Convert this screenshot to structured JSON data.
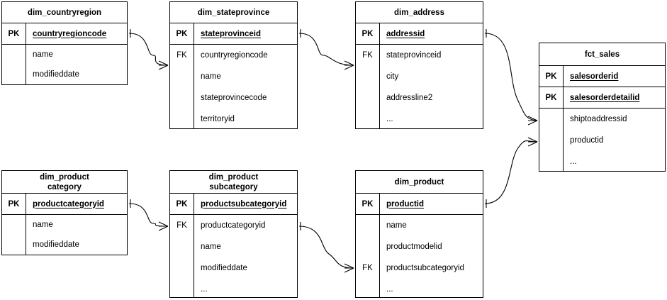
{
  "diagram": {
    "type": "entity-relationship-diagram",
    "notation": "crow's foot",
    "background": "#ffffff",
    "line_color": "#000000"
  },
  "entities": [
    {
      "id": "dim_countryregion",
      "title": "dim_countryregion",
      "keys": [
        {
          "label": "PK",
          "name": "countryregioncode"
        }
      ],
      "fk_label": "",
      "fields": [
        "name",
        "modifieddate"
      ]
    },
    {
      "id": "dim_stateprovince",
      "title": "dim_stateprovince",
      "keys": [
        {
          "label": "PK",
          "name": "stateprovinceid"
        }
      ],
      "fk_label": "FK",
      "fields": [
        "countryregioncode",
        "name",
        "stateprovincecode",
        "territoryid"
      ]
    },
    {
      "id": "dim_address",
      "title": "dim_address",
      "keys": [
        {
          "label": "PK",
          "name": "addressid"
        }
      ],
      "fk_label": "FK",
      "fields": [
        "stateprovinceid",
        "city",
        "addressline2",
        "..."
      ]
    },
    {
      "id": "fct_sales",
      "title": "fct_sales",
      "keys": [
        {
          "label": "PK",
          "name": "salesorderid"
        },
        {
          "label": "PK",
          "name": "salesorderdetailid"
        }
      ],
      "fk_label": "",
      "fields": [
        "shiptoaddressid",
        "productid",
        "..."
      ]
    },
    {
      "id": "dim_productcategory",
      "title": "dim_product\ncategory",
      "keys": [
        {
          "label": "PK",
          "name": "productcategoryid"
        }
      ],
      "fk_label": "",
      "fields": [
        "name",
        "modifieddate"
      ]
    },
    {
      "id": "dim_productsubcategory",
      "title": "dim_product\nsubcategory",
      "keys": [
        {
          "label": "PK",
          "name": "productsubcategoryid"
        }
      ],
      "fk_label": "FK",
      "fields": [
        "productcategoryid",
        "name",
        "modifieddate",
        "..."
      ]
    },
    {
      "id": "dim_product",
      "title": "dim_product",
      "keys": [
        {
          "label": "PK",
          "name": "productid"
        }
      ],
      "fk_label": "FK",
      "fields": [
        "name",
        "productmodelid",
        "productsubcategoryid",
        "..."
      ]
    }
  ],
  "relationships": [
    {
      "from": "dim_countryregion.countryregioncode",
      "to": "dim_stateprovince.countryregioncode",
      "cardinality": "one-to-many"
    },
    {
      "from": "dim_stateprovince.stateprovinceid",
      "to": "dim_address.stateprovinceid",
      "cardinality": "one-to-many"
    },
    {
      "from": "dim_address.addressid",
      "to": "fct_sales.shiptoaddressid",
      "cardinality": "one-to-many"
    },
    {
      "from": "dim_product.productid",
      "to": "fct_sales.productid",
      "cardinality": "one-to-many"
    },
    {
      "from": "dim_productcategory.productcategoryid",
      "to": "dim_productsubcategory.productcategoryid",
      "cardinality": "one-to-many"
    },
    {
      "from": "dim_productsubcategory.productcategoryid",
      "to": "dim_product.productsubcategoryid",
      "cardinality": "one-to-many"
    }
  ]
}
